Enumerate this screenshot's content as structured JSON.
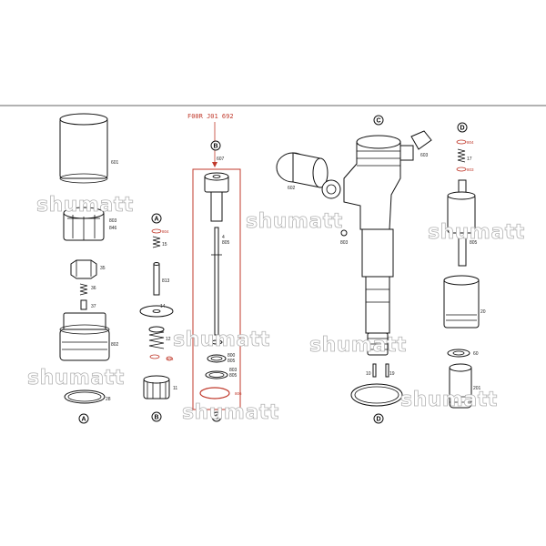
{
  "annotation": "F00R J01 692",
  "section_markers": {
    "A": "A",
    "B": "B",
    "C": "C",
    "D": "D"
  },
  "watermark": "shumatt",
  "labels_left": [
    "601",
    "803",
    "846",
    "35",
    "36",
    "37",
    "802",
    "28"
  ],
  "labels_a": [
    "804",
    "15",
    "813",
    "14",
    "12",
    "804",
    "11"
  ],
  "labels_mid": [
    "607",
    "4",
    "805",
    "800",
    "805",
    "803",
    "805",
    "806"
  ],
  "labels_c": [
    "603",
    "602",
    "803",
    "10",
    "19"
  ],
  "labels_d": [
    "804",
    "17",
    "803",
    "805",
    "20",
    "60",
    "201"
  ]
}
